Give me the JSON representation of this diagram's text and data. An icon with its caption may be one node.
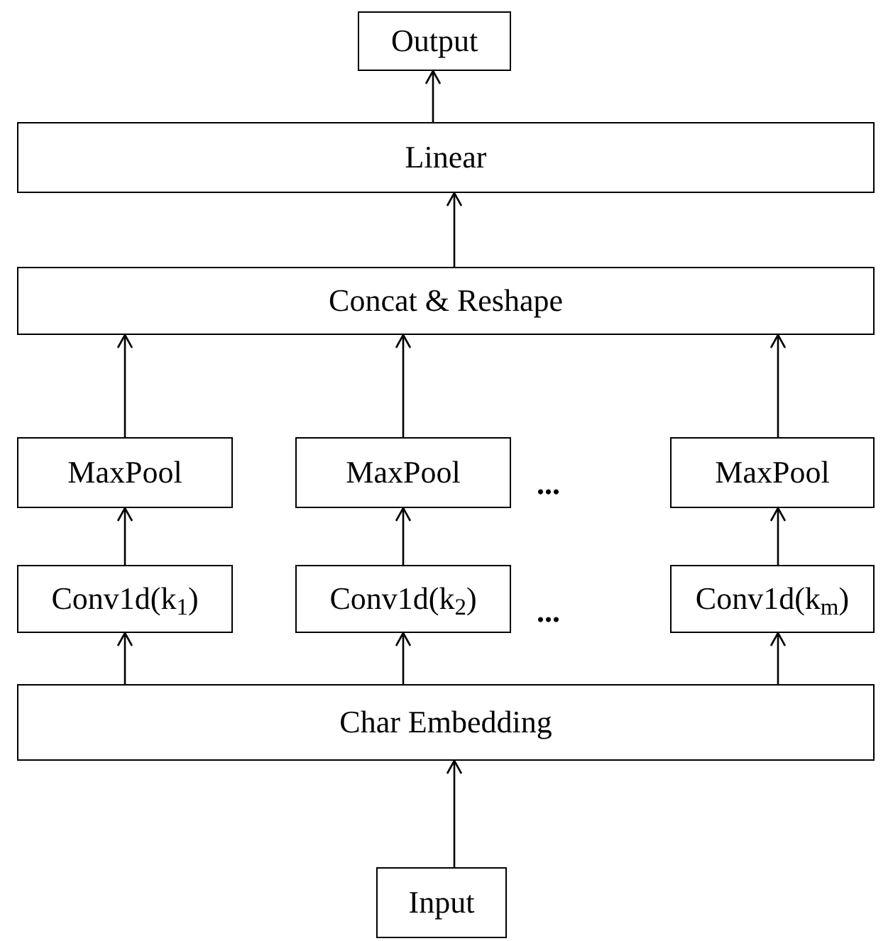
{
  "diagram": {
    "nodes": [
      {
        "text": [
          "Output"
        ]
      },
      {
        "text": [
          "Linear"
        ]
      },
      {
        "text": [
          "Concat & Reshape"
        ]
      },
      {
        "text": [
          "MaxPool"
        ]
      },
      {
        "text": [
          "MaxPool"
        ]
      },
      {
        "text": [
          "MaxPool"
        ]
      },
      {
        "text": [
          "Conv1d(k$_{1}$)"
        ]
      },
      {
        "text": [
          "Conv1d(k$_{2}$)"
        ]
      },
      {
        "text": [
          "Conv1d(k$_{m}$)"
        ]
      },
      {
        "text": [
          "Char Embedding"
        ]
      },
      {
        "text": [
          "Input"
        ]
      }
    ],
    "edges": [
      {
        "from": 10,
        "to": 9,
        "arrow": "to"
      },
      {
        "from": 9,
        "to": 6,
        "arrow": "to"
      },
      {
        "from": 9,
        "to": 7,
        "arrow": "to"
      },
      {
        "from": 9,
        "to": 8,
        "arrow": "to"
      },
      {
        "from": 6,
        "to": 3,
        "arrow": "to"
      },
      {
        "from": 7,
        "to": 4,
        "arrow": "to"
      },
      {
        "from": 8,
        "to": 5,
        "arrow": "to"
      },
      {
        "from": 3,
        "to": 2,
        "arrow": "to"
      },
      {
        "from": 4,
        "to": 2,
        "arrow": "to"
      },
      {
        "from": 5,
        "to": 2,
        "arrow": "to"
      },
      {
        "from": 2,
        "to": 1,
        "arrow": "to"
      },
      {
        "from": 1,
        "to": 0,
        "arrow": "to"
      }
    ],
    "labels": [
      "...",
      "..."
    ]
  }
}
